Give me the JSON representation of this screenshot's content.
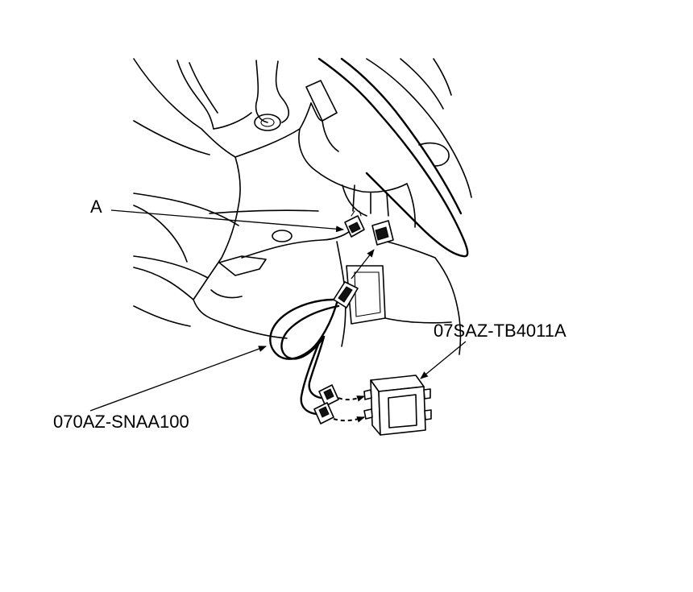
{
  "callouts": {
    "connector": "A",
    "harness": "070AZ-SNAA100",
    "module": "07SAZ-TB4011A"
  },
  "colors": {
    "line": "#000000",
    "background": "#ffffff"
  }
}
